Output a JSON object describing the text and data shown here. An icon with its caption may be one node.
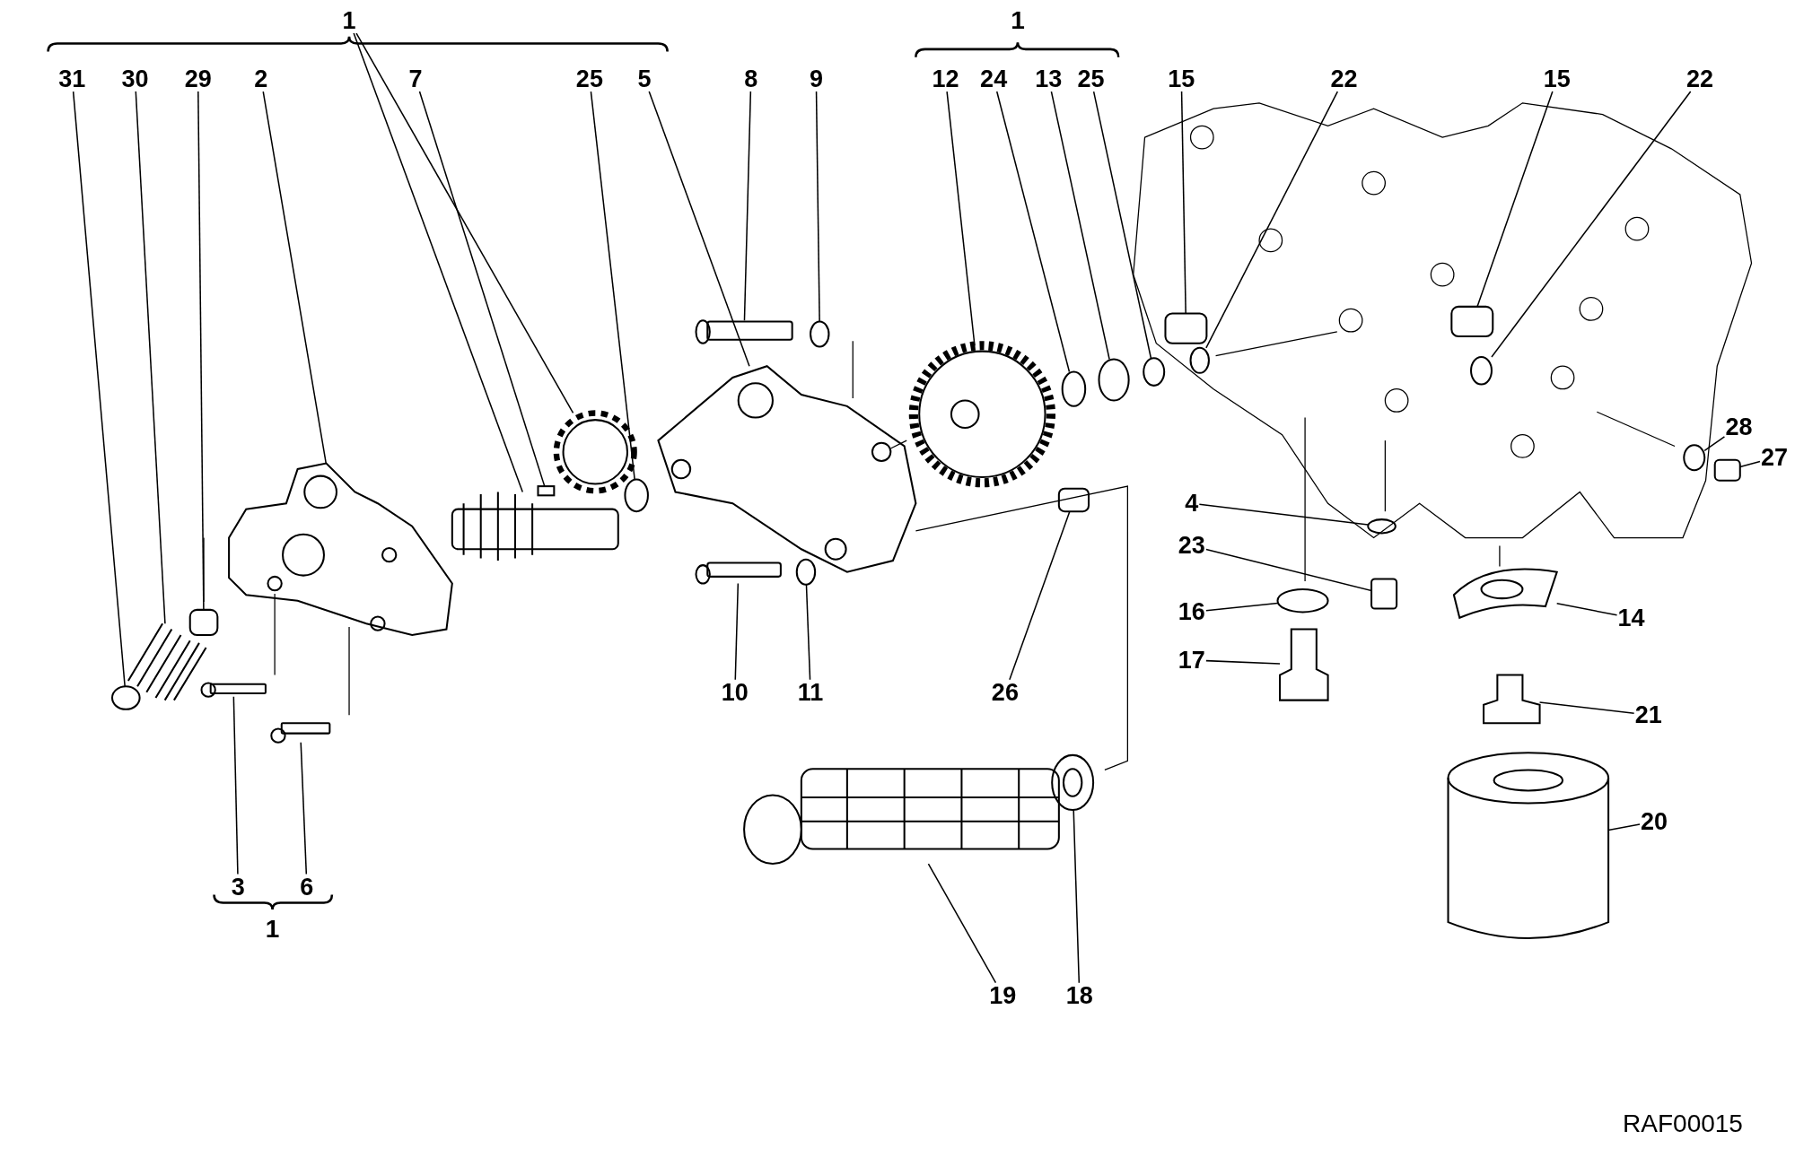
{
  "diagram": {
    "nodes": [
      {
        "text": [
          "1"
        ]
      },
      {
        "text": [
          "31"
        ]
      },
      {
        "text": [
          "30"
        ]
      },
      {
        "text": [
          "29"
        ]
      },
      {
        "text": [
          "2"
        ]
      },
      {
        "text": [
          "7"
        ]
      },
      {
        "text": [
          "25"
        ]
      },
      {
        "text": [
          "5"
        ]
      },
      {
        "text": [
          "8"
        ]
      },
      {
        "text": [
          "9"
        ]
      },
      {
        "text": [
          "12"
        ]
      },
      {
        "text": [
          "24"
        ]
      },
      {
        "text": [
          "13"
        ]
      },
      {
        "text": [
          "25"
        ]
      },
      {
        "text": [
          "15"
        ]
      },
      {
        "text": [
          "22"
        ]
      },
      {
        "text": [
          "15"
        ]
      },
      {
        "text": [
          "22"
        ]
      },
      {
        "text": [
          "28"
        ]
      },
      {
        "text": [
          "27"
        ]
      },
      {
        "text": [
          "4"
        ]
      },
      {
        "text": [
          "23"
        ]
      },
      {
        "text": [
          "16"
        ]
      },
      {
        "text": [
          "17"
        ]
      },
      {
        "text": [
          "14"
        ]
      },
      {
        "text": [
          "21"
        ]
      },
      {
        "text": [
          "10"
        ]
      },
      {
        "text": [
          "11"
        ]
      },
      {
        "text": [
          "26"
        ]
      },
      {
        "text": [
          "20"
        ]
      },
      {
        "text": [
          "3"
        ]
      },
      {
        "text": [
          "6"
        ]
      },
      {
        "text": [
          "19"
        ]
      },
      {
        "text": [
          "18"
        ]
      },
      {
        "text": [],
        "shape": "box"
      },
      {
        "text": [],
        "shape": "picture"
      },
      {
        "text": [],
        "shape": "circle"
      },
      {
        "text": [],
        "shape": "picture"
      },
      {
        "text": [],
        "shape": "box"
      },
      {
        "text": [],
        "shape": "picture"
      },
      {
        "text": [],
        "shape": "box"
      },
      {
        "text": [],
        "shape": "circle"
      },
      {
        "text": [],
        "shape": "picture"
      },
      {
        "text": [],
        "shape": "box"
      },
      {
        "text": [],
        "shape": "circle"
      },
      {
        "text": [],
        "shape": "picture"
      },
      {
        "text": [],
        "shape": "circle"
      },
      {
        "text": [],
        "shape": "circle"
      },
      {
        "text": [],
        "shape": "circle"
      },
      {
        "text": [],
        "shape": "box"
      },
      {
        "text": [],
        "shape": "circle"
      },
      {
        "text": [],
        "shape": "box"
      },
      {
        "text": [],
        "shape": "circle"
      },
      {
        "text": [],
        "shape": "circle"
      },
      {
        "text": [],
        "shape": "box"
      },
      {
        "text": [],
        "shape": "circle"
      },
      {
        "text": [],
        "shape": "box"
      },
      {
        "text": [],
        "shape": "circle"
      },
      {
        "text": [],
        "shape": "picture"
      },
      {
        "text": [],
        "shape": "picture"
      },
      {
        "text": [],
        "shape": "picture"
      },
      {
        "text": [],
        "shape": "box"
      },
      {
        "text": [],
        "shape": "circle"
      },
      {
        "text": [],
        "shape": "box"
      },
      {
        "text": [],
        "shape": "cylinder"
      },
      {
        "text": [],
        "shape": "box"
      },
      {
        "text": [],
        "shape": "box"
      },
      {
        "text": [],
        "shape": "box"
      },
      {
        "text": [],
        "shape": "circle"
      }
    ],
    "edges": [
      {
        "from": 0,
        "to": 34,
        "arrow": "none"
      },
      {
        "from": 0,
        "to": 35,
        "arrow": "none"
      },
      {
        "from": 1,
        "to": 36,
        "arrow": "none"
      },
      {
        "from": 2,
        "to": 37,
        "arrow": "none"
      },
      {
        "from": 3,
        "to": 38,
        "arrow": "none"
      },
      {
        "from": 4,
        "to": 39,
        "arrow": "none"
      },
      {
        "from": 5,
        "to": 40,
        "arrow": "none"
      },
      {
        "from": 6,
        "to": 41,
        "arrow": "none"
      },
      {
        "from": 7,
        "to": 42,
        "arrow": "none"
      },
      {
        "from": 8,
        "to": 43,
        "arrow": "none"
      },
      {
        "from": 9,
        "to": 44,
        "arrow": "none"
      },
      {
        "from": 10,
        "to": 45,
        "arrow": "none"
      },
      {
        "from": 11,
        "to": 46,
        "arrow": "none"
      },
      {
        "from": 12,
        "to": 47,
        "arrow": "none"
      },
      {
        "from": 13,
        "to": 48,
        "arrow": "none"
      },
      {
        "from": 14,
        "to": 49,
        "arrow": "none"
      },
      {
        "from": 15,
        "to": 50,
        "arrow": "none"
      },
      {
        "from": 16,
        "to": 51,
        "arrow": "none"
      },
      {
        "from": 17,
        "to": 52,
        "arrow": "none"
      },
      {
        "from": 18,
        "to": 53,
        "arrow": "none"
      },
      {
        "from": 19,
        "to": 54,
        "arrow": "none"
      },
      {
        "from": 20,
        "to": 55,
        "arrow": "none"
      },
      {
        "from": 21,
        "to": 56,
        "arrow": "none"
      },
      {
        "from": 22,
        "to": 57,
        "arrow": "none"
      },
      {
        "from": 23,
        "to": 58,
        "arrow": "none"
      },
      {
        "from": 24,
        "to": 59,
        "arrow": "none"
      },
      {
        "from": 25,
        "to": 60,
        "arrow": "none"
      },
      {
        "from": 26,
        "to": 61,
        "arrow": "none"
      },
      {
        "from": 27,
        "to": 62,
        "arrow": "none"
      },
      {
        "from": 28,
        "to": 63,
        "arrow": "none"
      },
      {
        "from": 29,
        "to": 64,
        "arrow": "none"
      },
      {
        "from": 30,
        "to": 65,
        "arrow": "none"
      },
      {
        "from": 31,
        "to": 66,
        "arrow": "none"
      },
      {
        "from": 32,
        "to": 67,
        "arrow": "none"
      },
      {
        "from": 33,
        "to": 68,
        "arrow": "none"
      }
    ],
    "labels": [
      "1",
      "1",
      "RAF00015"
    ]
  }
}
